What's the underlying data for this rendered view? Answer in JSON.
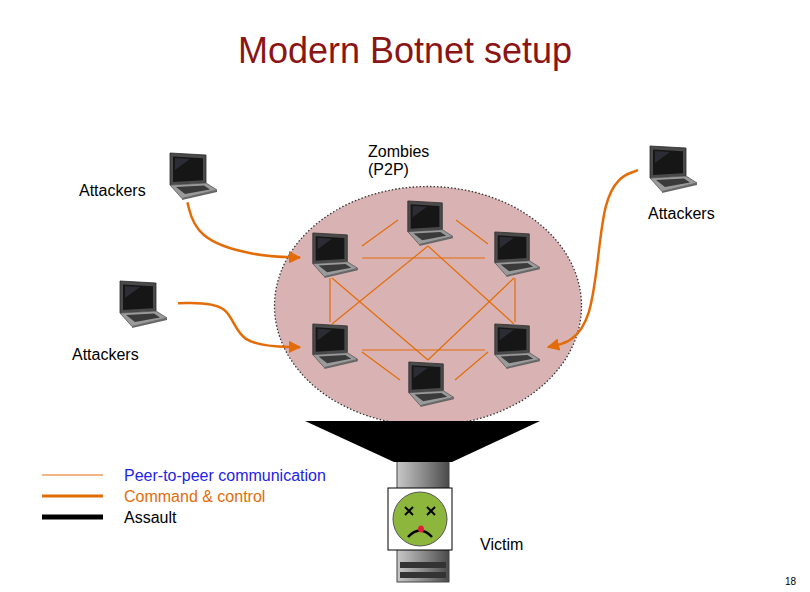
{
  "diagram": {
    "title": "Modern Botnet setup",
    "nodes": [
      {
        "text": [
          "Zombies (P2P)"
        ]
      },
      {
        "text": [
          "Attackers"
        ]
      },
      {
        "text": [
          "Attackers"
        ]
      },
      {
        "text": [
          "Attackers"
        ]
      },
      {
        "text": [
          "Victim"
        ]
      }
    ],
    "edges": [
      {
        "from": 1,
        "to": 0,
        "arrow": "to"
      },
      {
        "from": 3,
        "to": 0,
        "arrow": "to"
      },
      {
        "from": 2,
        "to": 0,
        "arrow": "to"
      }
    ],
    "labels": [
      "18"
    ],
    "legend": [
      {
        "text": "Peer-to-peer communication"
      },
      {
        "text": "Command & control"
      },
      {
        "text": "Assault"
      }
    ]
  }
}
